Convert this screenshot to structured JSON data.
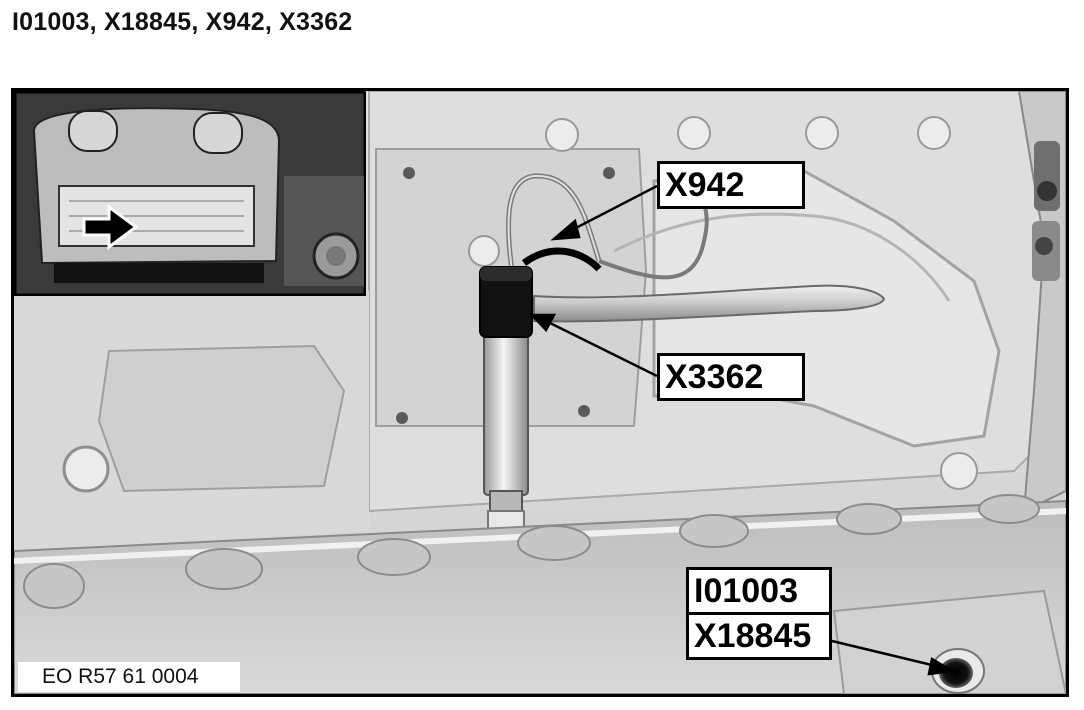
{
  "header": {
    "title": "I01003, X18845, X942, X3362"
  },
  "diagram": {
    "callouts": {
      "x942": "X942",
      "x3362": "X3362",
      "i01003": "I01003",
      "x18845": "X18845"
    },
    "figure_code": "EO R57 61 0004",
    "inset_icons": [
      "seat-view",
      "arrow-right-icon"
    ],
    "colors": {
      "frame": "#000000",
      "panel": "#dcdcdc",
      "background": "#ffffff"
    }
  }
}
